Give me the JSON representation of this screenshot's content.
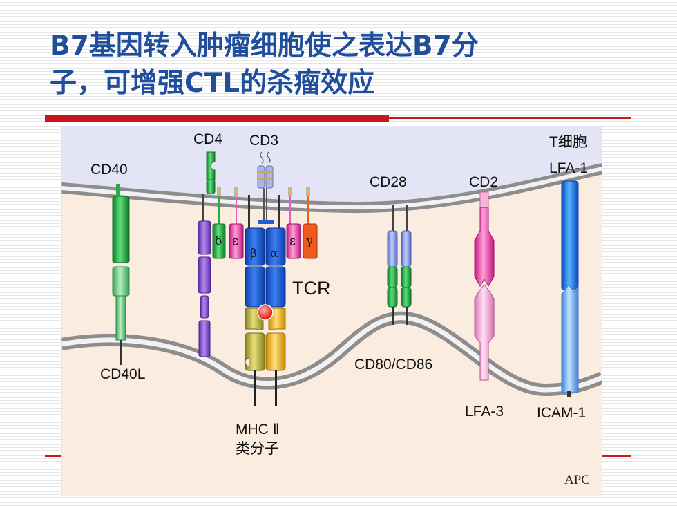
{
  "slide": {
    "title_line1": "B7基因转入肿瘤细胞使之表达B7分",
    "title_line2": "子，可增强CTL的杀瘤效应"
  },
  "diagram": {
    "t_cell_label": "T细胞",
    "apc_label": "APC",
    "molecules": {
      "cd40": "CD40",
      "cd40l": "CD40L",
      "cd4": "CD4",
      "cd3": "CD3",
      "tcr": "TCR",
      "mhc_line1": "MHC Ⅱ",
      "mhc_line2": "类分子",
      "cd28": "CD28",
      "cd80_cd86": "CD80/CD86",
      "cd2": "CD2",
      "lfa3": "LFA-3",
      "lfa1": "LFA-1",
      "icam1": "ICAM-1"
    },
    "greek": {
      "delta": "δ",
      "epsilon_left": "ε",
      "beta": "β",
      "alpha": "α",
      "epsilon_right": "ε",
      "gamma": "γ"
    },
    "colors": {
      "title": "#1f4e9c",
      "accent_red": "#c8161d",
      "t_cell_fill": "#e3e5f6",
      "apc_fill": "#fbece0",
      "cd40": "#1fae3f",
      "cd4": "#8a4fd6",
      "tcr": "#1f5fd8",
      "mhc_alpha": "#bbb035",
      "mhc_beta": "#f2bd22",
      "cd28": "#8fa6ec",
      "b7": "#159a3a",
      "cd2": "#e85ab5",
      "lfa1": "#1d6fe3",
      "icam1": "#74aaf0"
    }
  }
}
